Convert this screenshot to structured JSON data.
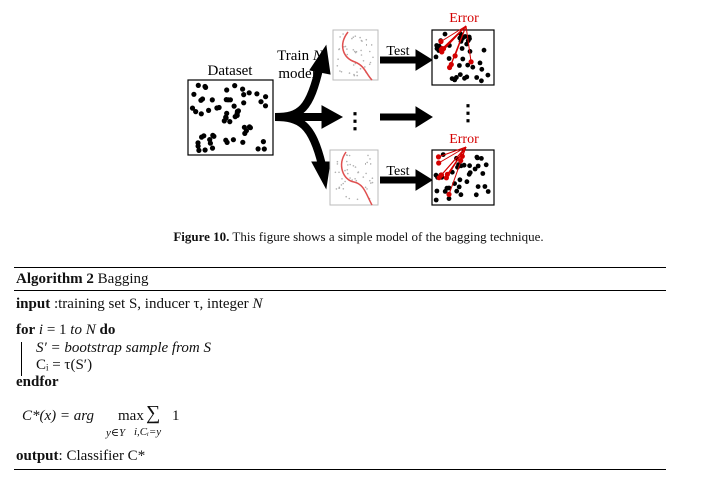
{
  "figure": {
    "dataset_label": "Dataset",
    "train_label_line1": "Train",
    "train_label_n": "N",
    "train_label_line2": "models",
    "test_label_top": "Test",
    "test_label_bottom": "Test",
    "error_label_top": "Error",
    "error_label_bottom": "Error",
    "middle_dots": "⋮",
    "colors": {
      "error": "#d40000",
      "curve": "#e05050",
      "points": "#000000",
      "noise": "#b0b0b0"
    }
  },
  "caption": {
    "label": "Figure 10.",
    "text": " This figure shows a simple model of the bagging technique."
  },
  "algorithm": {
    "title_label": "Algorithm 2",
    "title_text": " Bagging",
    "input_kw": "input",
    "input_text": " :training set S, inducer τ, integer ",
    "input_n": "N",
    "for_kw": "for",
    "for_i": "i",
    "for_eq": " = 1 ",
    "for_to": "to N",
    "do_kw": "do",
    "line_s": "S′ = bootstrap sample from S",
    "line_c": "Cᵢ = τ(S′)",
    "endfor_kw": "endfor",
    "formula_lhs": "C*(x) = arg",
    "formula_max": "max",
    "formula_max_sub": "y∈Y",
    "formula_sigma": "∑",
    "formula_sum_sub": "i,Cᵢ=y",
    "formula_one": "1",
    "output_kw": "output",
    "output_text": ": Classifier C*"
  }
}
